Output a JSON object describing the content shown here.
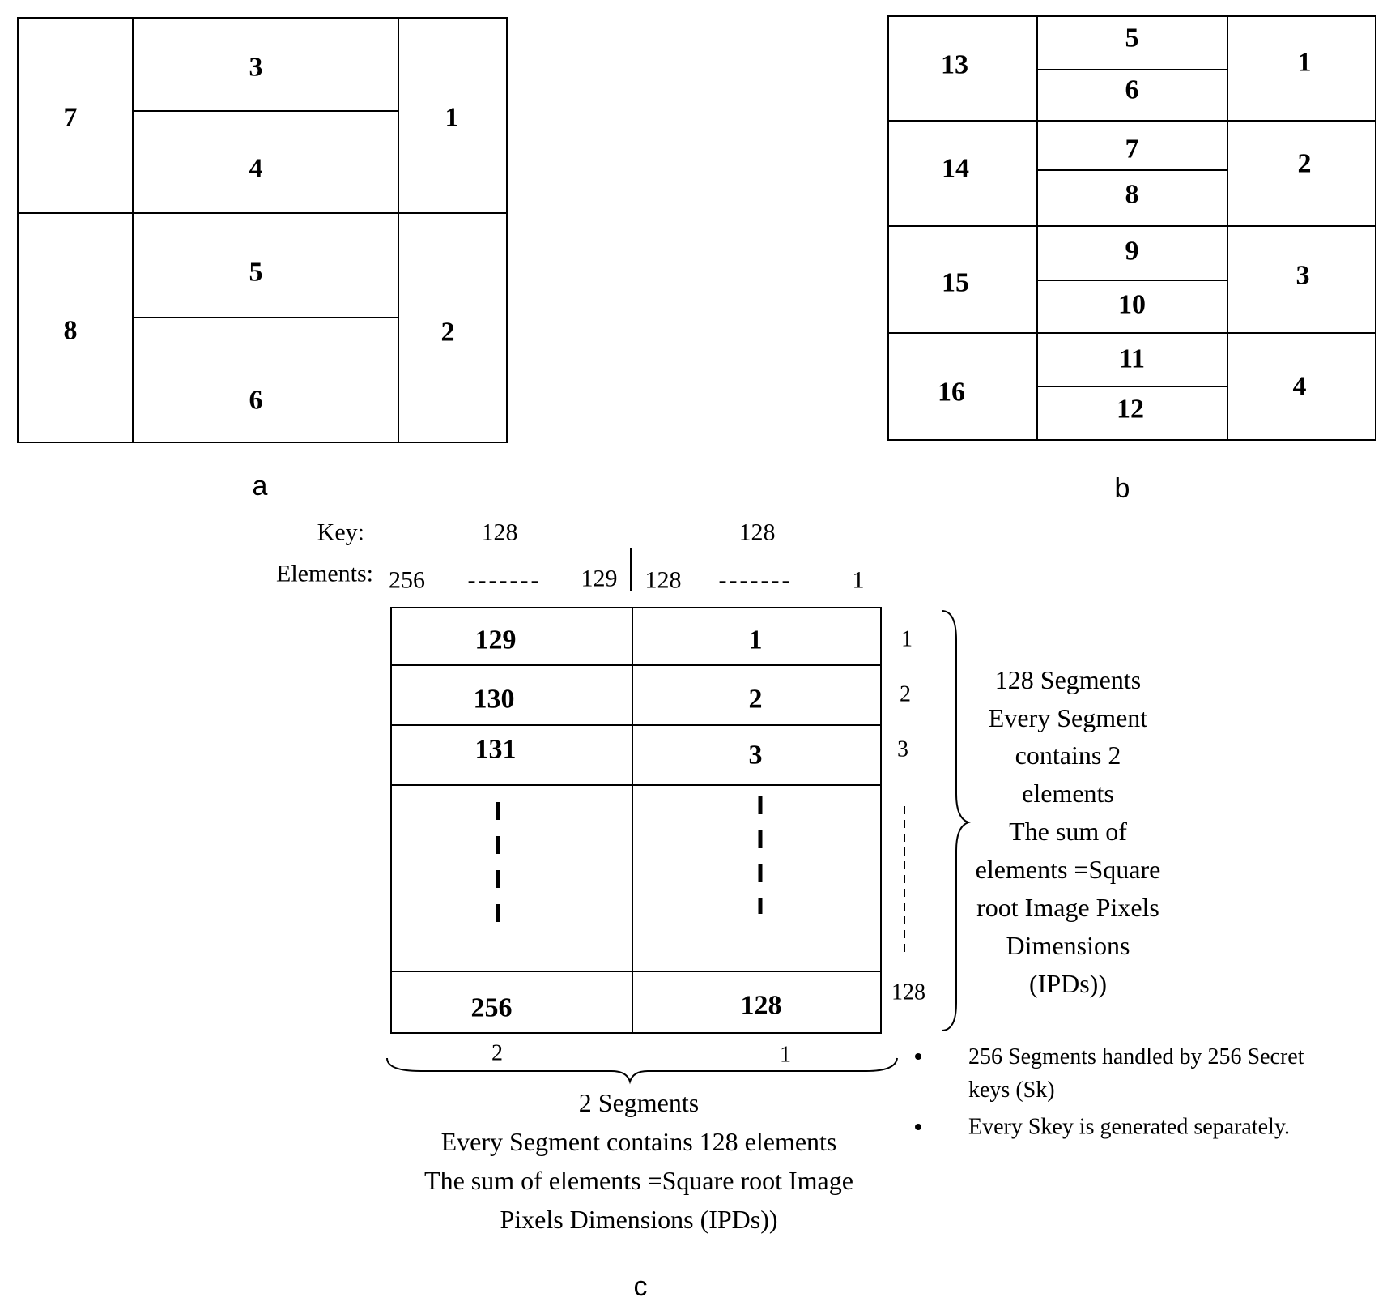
{
  "panel_a": {
    "caption": "a",
    "left_col": [
      "7",
      "8"
    ],
    "mid_col": [
      "3",
      "4",
      "5",
      "6"
    ],
    "right_col": [
      "1",
      "2"
    ]
  },
  "panel_b": {
    "caption": "b",
    "left_col": [
      "13",
      "14",
      "15",
      "16"
    ],
    "mid_col": [
      "5",
      "6",
      "7",
      "8",
      "9",
      "10",
      "11",
      "12"
    ],
    "right_col": [
      "1",
      "2",
      "3",
      "4"
    ]
  },
  "panel_c": {
    "caption": "c",
    "key_label": "Key:",
    "key_values": [
      "128",
      "128"
    ],
    "elements_label": "Elements:",
    "elements_range": [
      "256",
      "-------",
      "129",
      "128",
      "-------",
      "1"
    ],
    "left_column": [
      "129",
      "130",
      "131",
      "256"
    ],
    "right_column": [
      "1",
      "2",
      "3",
      "128"
    ],
    "row_indices": [
      "1",
      "2",
      "3",
      "128"
    ],
    "column_indices": [
      "2",
      "1"
    ],
    "right_note": [
      "128 Segments",
      "Every Segment",
      "contains 2",
      "elements",
      "The sum of",
      "elements =Square",
      "root Image Pixels",
      "Dimensions",
      "(IPDs))"
    ],
    "bottom_note": [
      "2 Segments",
      "Every Segment contains 128 elements",
      "The sum of elements =Square root Image",
      "Pixels Dimensions (IPDs))"
    ],
    "bullets": [
      "256 Segments handled by 256 Secret keys (Sk)",
      "Every Skey is generated separately."
    ]
  }
}
